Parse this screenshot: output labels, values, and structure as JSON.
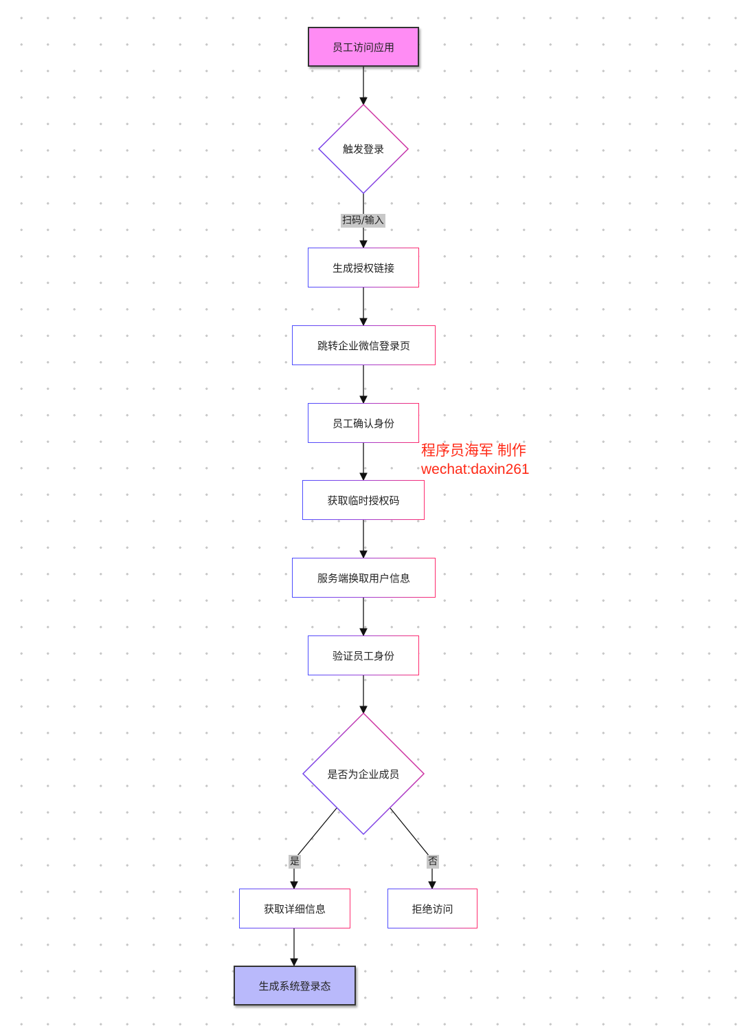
{
  "nodes": {
    "employee_access": "员工访问应用",
    "trigger_login": "触发登录",
    "gen_auth_link": "生成授权链接",
    "redirect_login": "跳转企业微信登录页",
    "confirm_identity": "员工确认身份",
    "get_temp_code": "获取临时授权码",
    "exchange_userinfo": "服务端换取用户信息",
    "verify_identity": "验证员工身份",
    "is_member": "是否为企业成员",
    "get_details": "获取详细信息",
    "deny_access": "拒绝访问",
    "gen_session": "生成系统登录态"
  },
  "edges": {
    "scan_input": "扫码/输入",
    "yes": "是",
    "no": "否"
  },
  "watermark": {
    "line1": "程序员海军 制作",
    "line2": "wechat:daxin261"
  },
  "colors": {
    "start_fill": "#ff8cf4",
    "end_fill": "#b9b9fb",
    "gradient_from": "#4b4bff",
    "gradient_to": "#ff2a6d",
    "watermark": "#ff2a17"
  }
}
